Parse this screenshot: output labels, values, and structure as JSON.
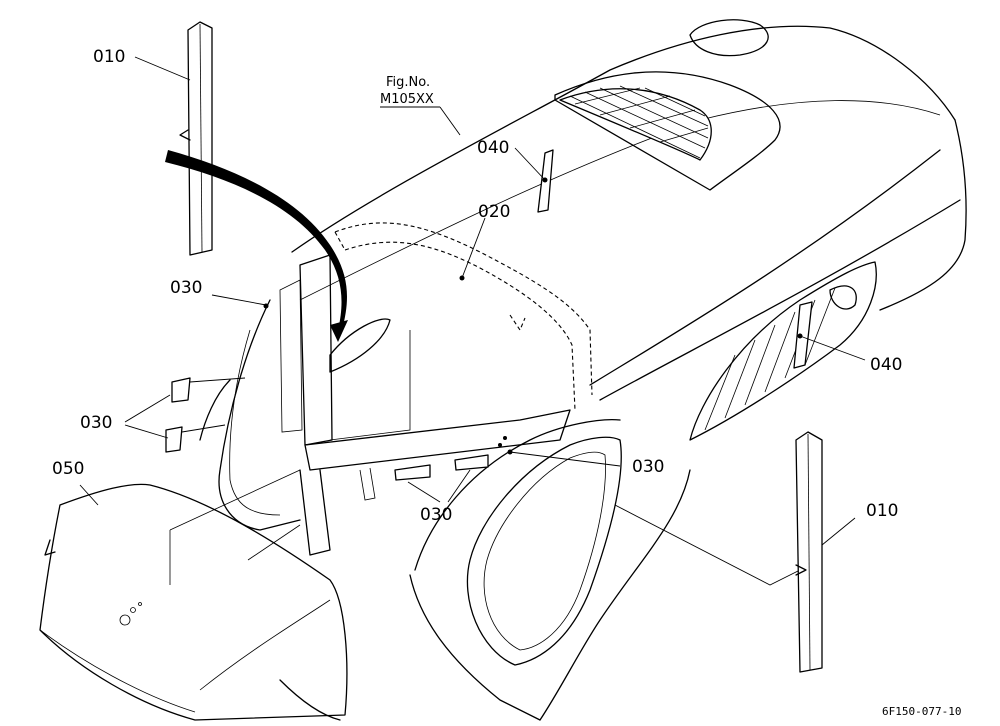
{
  "figure": {
    "fig_label": "Fig.No.",
    "fig_number": "M105XX",
    "drawing_code": "6F150-077-10"
  },
  "callouts": {
    "c010_top": "010",
    "c010_right": "010",
    "c020": "020",
    "c030_upper": "030",
    "c030_left": "030",
    "c030_center": "030",
    "c030_right": "030",
    "c040_top": "040",
    "c040_right": "040",
    "c050": "050"
  },
  "colors": {
    "line": "#000000",
    "background": "#ffffff"
  }
}
